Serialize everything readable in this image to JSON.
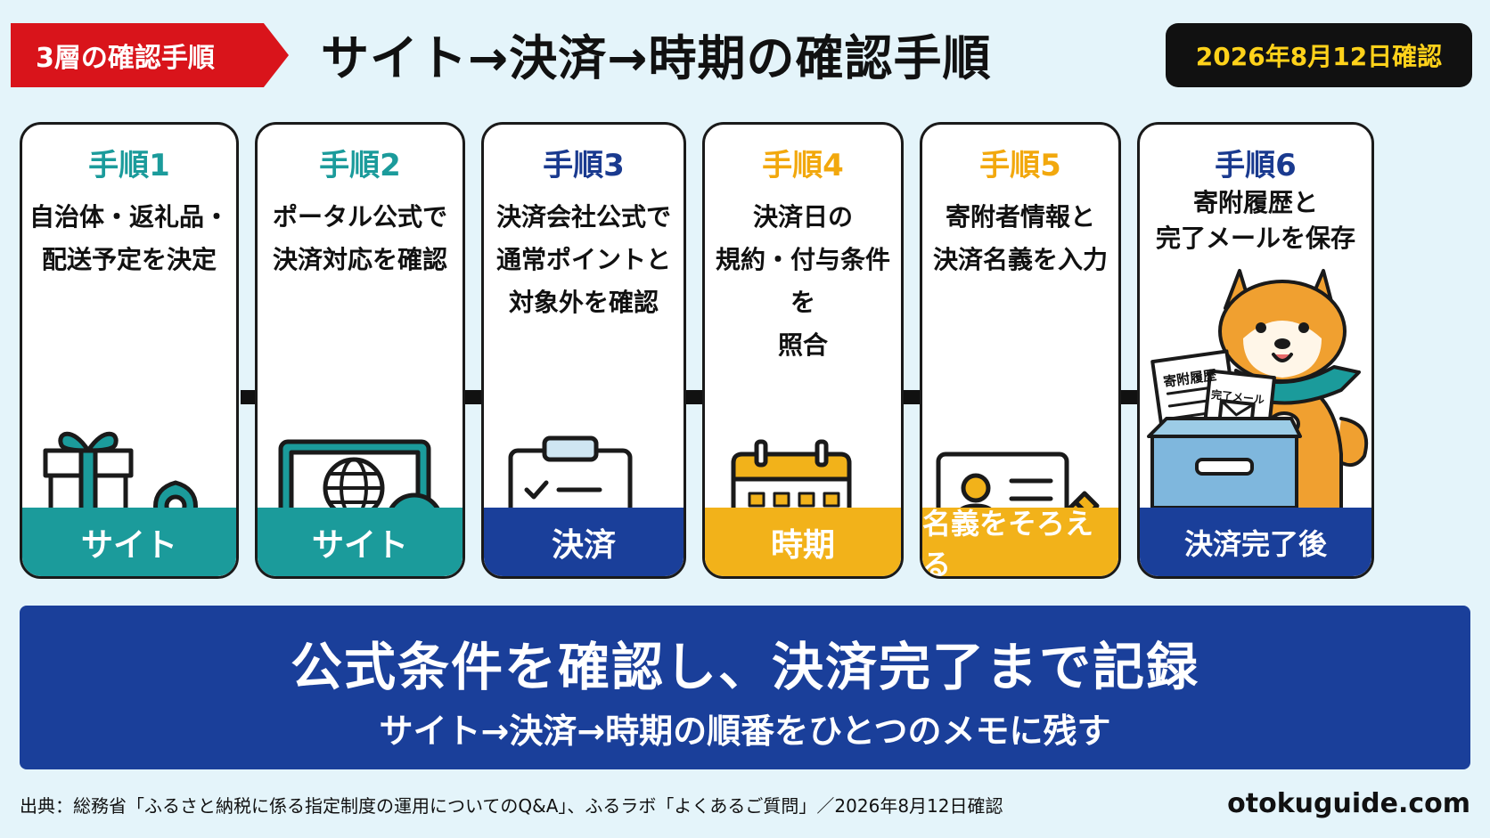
{
  "header": {
    "tag": "3層の確認手順",
    "title": "サイト→決済→時期の確認手順",
    "date": "2026年8月12日確認"
  },
  "steps": [
    {
      "label": "手順1",
      "desc": "自治体・返礼品・\n配送予定を決定",
      "footer": "サイト"
    },
    {
      "label": "手順2",
      "desc": "ポータル公式で\n決済対応を確認",
      "footer": "サイト"
    },
    {
      "label": "手順3",
      "desc": "決済会社公式で\n通常ポイントと\n対象外を確認",
      "footer": "決済"
    },
    {
      "label": "手順4",
      "desc": "決済日の\n規約・付与条件を\n照合",
      "footer": "時期"
    },
    {
      "label": "手順5",
      "desc": "寄附者情報と\n決済名義を入力",
      "footer": "名義をそろえる"
    },
    {
      "label": "手順6",
      "desc": "寄附履歴と\n完了メールを保存",
      "footer": "決済完了後",
      "doc1": "寄附履歴",
      "doc2": "完了メール"
    }
  ],
  "banner": {
    "main": "公式条件を確認し、決済完了まで記録",
    "sub": "サイト→決済→時期の順番をひとつのメモに残す"
  },
  "footer": {
    "source": "出典：総務省「ふるさと納税に係る指定制度の運用についてのQ&A」、ふるラボ「よくあるご質問」／2026年8月12日確認",
    "site": "otokuguide.com"
  },
  "colors": {
    "teal": "#1b9b9b",
    "navy": "#1a3f9a",
    "gold": "#f2b21a",
    "red": "#d9141b"
  }
}
